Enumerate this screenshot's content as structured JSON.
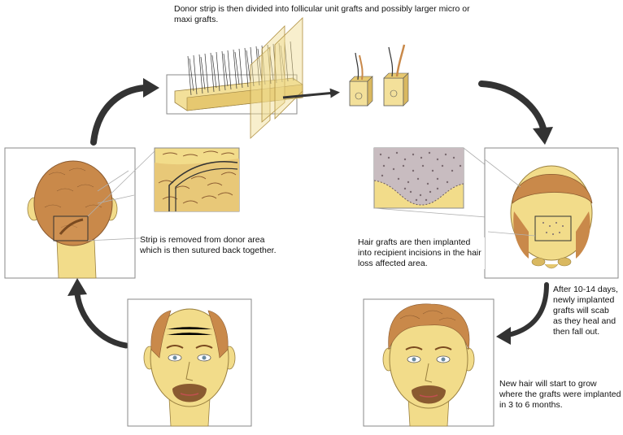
{
  "captions": {
    "donor_strip_divided": "Donor strip is then divided into follicular unit grafts and possibly larger micro or maxi grafts.",
    "strip_removed": "Strip is removed from donor area which is then sutured back together.",
    "grafts_implanted": "Hair grafts are then implanted into recipient incisions in the hair loss affected area.",
    "scab_fall_out": "After 10-14 days, newly implanted grafts will scab as they heal and then fall out.",
    "new_hair_grow": "New hair will start to grow where the grafts were implanted  in 3 to 6 months."
  },
  "colors": {
    "frame": "#8a8a8a",
    "skin": "#f2dc8a",
    "skin_shade": "#d9b860",
    "hair": "#c9894a",
    "hair_dark": "#8a5a30",
    "arrow": "#333333",
    "text": "#111111",
    "incision_dots": "#7a6a70"
  }
}
